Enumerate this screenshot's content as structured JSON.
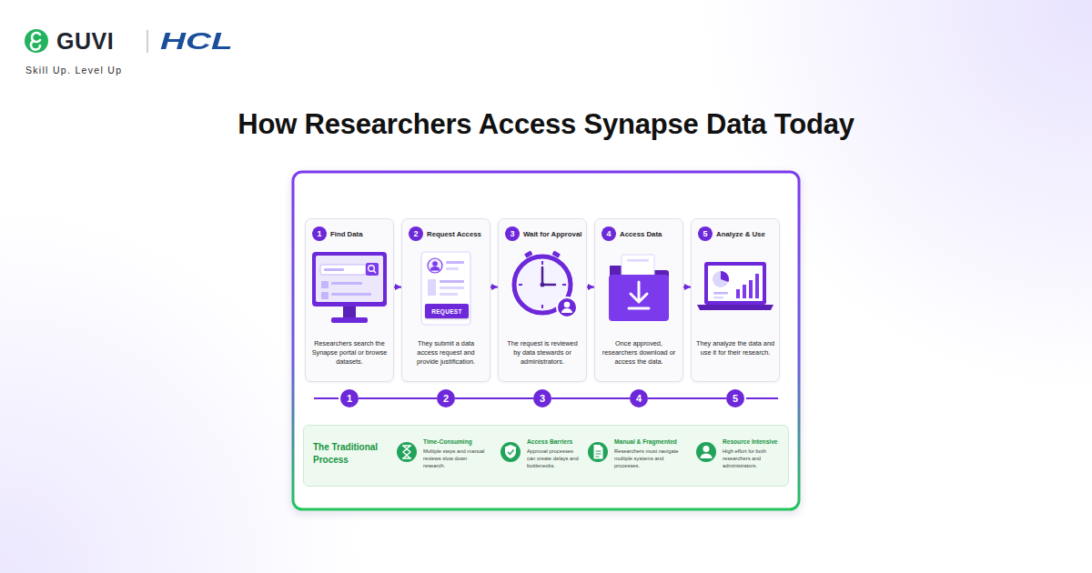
{
  "diagram": {
    "title": "How Researchers Access Synapse Data Today",
    "nodes": [
      {
        "text": [
          "Find Data",
          "Researchers search the Synapse portal or browse datasets."
        ]
      },
      {
        "text": [
          "1"
        ],
        "in": 0
      },
      {
        "text": [
          "Request Access",
          "They submit a data access request and provide justification."
        ]
      },
      {
        "text": [
          "2"
        ],
        "in": 2
      },
      {
        "text": [
          "REQUEST"
        ],
        "in": 2
      },
      {
        "text": [
          "Wait for Approval",
          "The request is reviewed by data stewards or administrators."
        ]
      },
      {
        "text": [
          "3"
        ],
        "in": 5
      },
      {
        "text": [
          "Access Data",
          "Once approved, researchers download or access the data."
        ]
      },
      {
        "text": [
          "4"
        ],
        "in": 7
      },
      {
        "text": [
          "Analyze & Use",
          "They analyze the data and use it for their research."
        ]
      },
      {
        "text": [
          "5"
        ],
        "in": 9
      },
      {
        "text": [
          "1"
        ]
      },
      {
        "text": [
          "2"
        ]
      },
      {
        "text": [
          "3"
        ]
      },
      {
        "text": [
          "4"
        ]
      },
      {
        "text": [
          "5"
        ]
      },
      {
        "text": [
          "The Traditional Process"
        ]
      },
      {
        "text": [
          "Time-Consuming",
          "Multiple steps and manual reviews slow down research."
        ],
        "in": 16
      },
      {
        "text": [
          "Access Barriers",
          "Approval processes can create delays and bottlenecks."
        ],
        "in": 16
      },
      {
        "text": [
          "Manual & Fragmented",
          "Researchers must navigate multiple systems and processes."
        ],
        "in": 16
      },
      {
        "text": [
          "Resource Intensive",
          "High effort for both researchers and administrators."
        ],
        "in": 16
      }
    ],
    "edges": [
      {
        "from": 0,
        "to": 2,
        "arrow": "to"
      },
      {
        "from": 2,
        "to": 5,
        "arrow": "to"
      },
      {
        "from": 5,
        "to": 7,
        "arrow": "to"
      },
      {
        "from": 7,
        "to": 9,
        "arrow": "to"
      },
      {
        "from": 11,
        "to": 12,
        "arrow": "none"
      },
      {
        "from": 12,
        "to": 13,
        "arrow": "none"
      },
      {
        "from": 13,
        "to": 14,
        "arrow": "none"
      },
      {
        "from": 14,
        "to": 15,
        "arrow": "none"
      }
    ],
    "labels": [
      "GUVI",
      "HCL",
      "Skill Up. Level Up"
    ]
  }
}
